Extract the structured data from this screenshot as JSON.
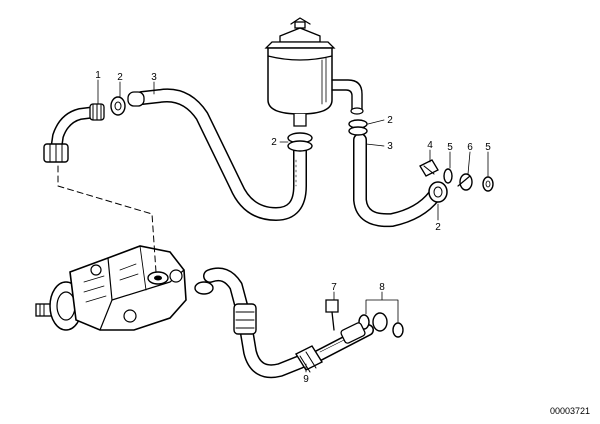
{
  "diagram": {
    "callouts": [
      {
        "id": "c1a",
        "text": "1"
      },
      {
        "id": "c2a",
        "text": "2"
      },
      {
        "id": "c3a",
        "text": "3"
      },
      {
        "id": "c2b",
        "text": "2"
      },
      {
        "id": "c2c",
        "text": "2"
      },
      {
        "id": "c3b",
        "text": "3"
      },
      {
        "id": "c4",
        "text": "4"
      },
      {
        "id": "c5a",
        "text": "5"
      },
      {
        "id": "c6",
        "text": "6"
      },
      {
        "id": "c5b",
        "text": "5"
      },
      {
        "id": "c2d",
        "text": "2"
      },
      {
        "id": "c7",
        "text": "7"
      },
      {
        "id": "c8",
        "text": "8"
      },
      {
        "id": "c9",
        "text": "9"
      }
    ],
    "document_number": "00003721"
  }
}
